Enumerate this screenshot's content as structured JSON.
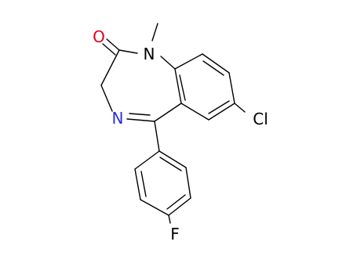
{
  "molecule": {
    "atoms": {
      "O": {
        "text": "O",
        "color": "#e8001c"
      },
      "N1": {
        "text": "N",
        "color": "#000000"
      },
      "N4": {
        "text": "N",
        "color": "#2d2dd8"
      },
      "Cl": {
        "text": "Cl",
        "color": "#000000"
      },
      "F": {
        "text": "F",
        "color": "#000000"
      }
    },
    "bond_color": "#000000"
  }
}
